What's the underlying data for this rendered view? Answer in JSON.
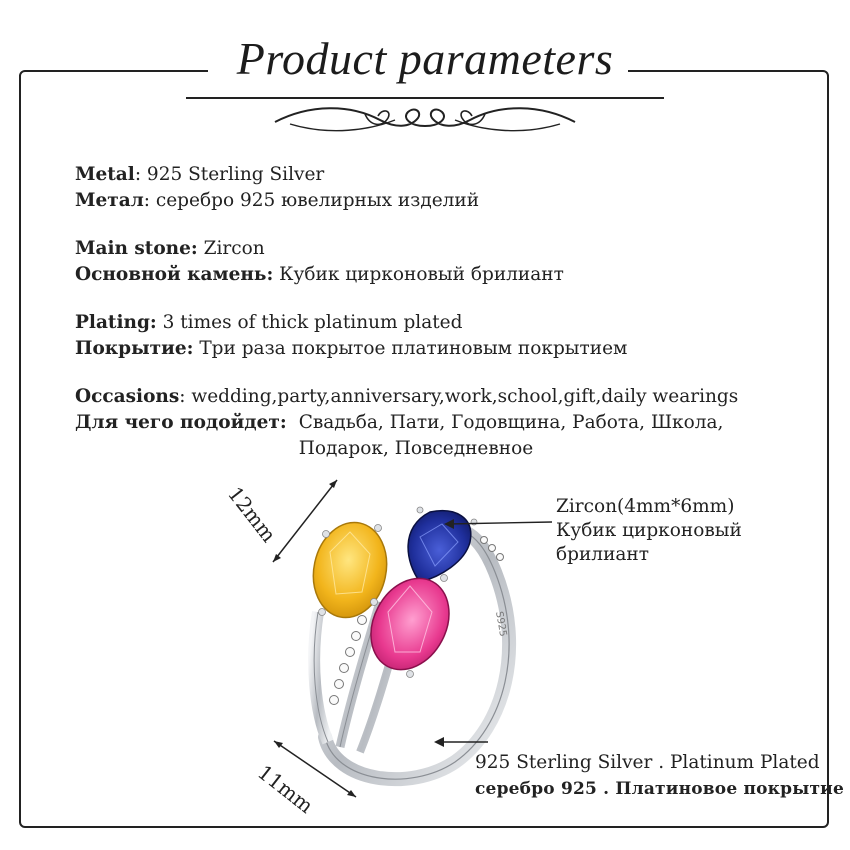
{
  "title": "Product parameters",
  "params": {
    "metal_en_label": "Metal",
    "metal_en_value": ": 925 Sterling Silver",
    "metal_ru_label": "Метал",
    "metal_ru_value": ": серебро 925 ювелирных изделий",
    "stone_en_label": "Main stone:",
    "stone_en_value": " Zircon",
    "stone_ru_label": "Основной камень:",
    "stone_ru_value": " Кубик цирконовый брилиант",
    "plating_en_label": "Plating:",
    "plating_en_value": "  3 times of thick platinum plated",
    "plating_ru_label": "Покрытие:",
    "plating_ru_value": " Три раза покрытое платиновым покрытием",
    "occasions_en_label": "Occasions",
    "occasions_en_value": ": wedding,party,anniversary,work,school,gift,daily wearings",
    "occasions_ru_label": "Для чего подойдет:",
    "occasions_ru_line1": "Свадьба, Пати, Годовщина, Работа, Школа,",
    "occasions_ru_line2": "Подарок, Повседневное"
  },
  "diagram": {
    "dim_top": "12mm",
    "dim_bottom": "11mm",
    "callout_top_line1": "Zircon(4mm*6mm)",
    "callout_top_line2": "Кубик цирконовый",
    "callout_top_line3": "брилиант",
    "callout_bottom_en": "925 Sterling Silver . Platinum Plated",
    "callout_bottom_ru": "серебро 925 .  Платиновое покрытие"
  },
  "colors": {
    "citrine": "#f2b51c",
    "sapphire": "#1f2f9c",
    "pink": "#e8398f",
    "silver": "#cfd2d6"
  }
}
